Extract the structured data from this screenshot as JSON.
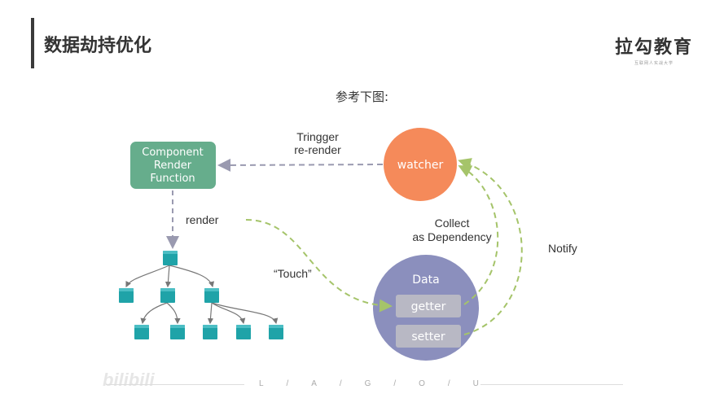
{
  "header": {
    "title": "数据劫持优化",
    "brand": "拉勾教育",
    "brand_tagline": "互联网人实战大学"
  },
  "subtitle": "参考下图:",
  "diagram": {
    "component_box": {
      "line1": "Component",
      "line2": "Render",
      "line3": "Function",
      "color": "#66ad8c"
    },
    "watcher": {
      "label": "watcher",
      "color": "#f58a5a"
    },
    "data": {
      "label": "Data",
      "getter": "getter",
      "setter": "setter",
      "color": "#8b8fbd",
      "inner_color": "#b8b8c4"
    },
    "edge_labels": {
      "trigger_line1": "Tringger",
      "trigger_line2": "re-render",
      "render": "render",
      "touch": "“Touch”",
      "collect_line1": "Collect",
      "collect_line2": "as Dependency",
      "notify": "Notify"
    },
    "colors": {
      "gray_arrow": "#9a9ab0",
      "green_arrow": "#a5c46a",
      "tree_node": "#1fa3a8",
      "tree_line": "#777777"
    }
  },
  "footer": {
    "letters": [
      "L",
      "A",
      "G",
      "O",
      "U"
    ],
    "watermark": "bilibili"
  }
}
